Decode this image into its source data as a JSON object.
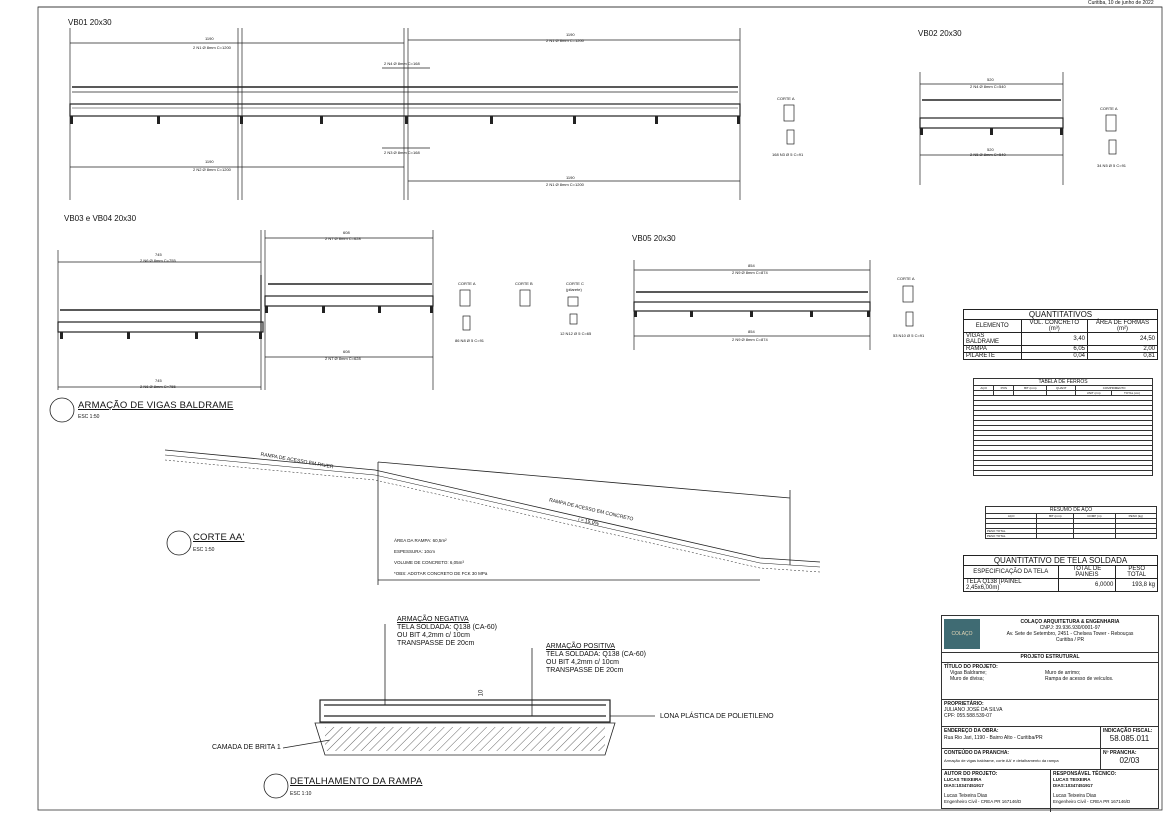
{
  "header": {
    "date": "Curitiba, 10 de junho de 2022"
  },
  "beams": {
    "vb01": {
      "title": "VB01 20x30",
      "top_left": {
        "dim": "1190",
        "bar": "2 N1 Ø 8mm C=1200"
      },
      "top_right": {
        "dim": "1190",
        "bar": "2 N1 Ø 8mm C=1200"
      },
      "neg_top": "2 N4 Ø 8mm C=168",
      "neg_bottom": "2 N3 Ø 8mm C=168",
      "bot_left": {
        "dim": "1190",
        "bar": "2 N2 Ø 8mm C=1200"
      },
      "bot_right": {
        "dim": "1190",
        "bar": "2 N1 Ø 8mm C=1200"
      },
      "stirrup_note": "168 N3 Ø 5 C=91",
      "corte": "CORTE A"
    },
    "vb02": {
      "title": "VB02 20x30",
      "top": {
        "dim": "520",
        "bar": "2 N4 Ø 8mm C=540"
      },
      "bot": {
        "dim": "520",
        "bar": "2 N5 Ø 8mm C=540"
      },
      "stirrup_note": "34 N5 Ø 5 C=91",
      "corte": "CORTE A"
    },
    "vb03": {
      "title": "VB03 e VB04 20x30",
      "top_left": {
        "dim": "745",
        "bar": "2 N6 Ø 8mm C=755"
      },
      "top_right": {
        "dim": "608",
        "bar": "2 N7 Ø 8mm C=628"
      },
      "bot_left": {
        "dim": "745",
        "bar": "2 N6 Ø 8mm C=755"
      },
      "bot_right": {
        "dim": "608",
        "bar": "2 N7 Ø 8mm C=628"
      },
      "stirrup_note": "86 N8 Ø 5 C=91",
      "stirrup_note2": "12 N12 Ø 5 C=65",
      "corte_a": "CORTE A",
      "corte_b": "CORTE B",
      "corte_c": "CORTE C",
      "corte_c_sub": "(pilarete)"
    },
    "vb05": {
      "title": "VB05 20x30",
      "top": {
        "dim": "854",
        "bar": "2 N9 Ø 8mm C=874"
      },
      "bot": {
        "dim": "854",
        "bar": "2 N9 Ø 8mm C=874"
      },
      "stirrup_note": "53 N10 Ø 5 C=91",
      "corte": "CORTE A"
    }
  },
  "sections": {
    "armacao": {
      "title": "ARMAÇÃO DE VIGAS BALDRAME",
      "scale": "ESC 1:50"
    },
    "corte": {
      "title": "CORTE AA'",
      "scale": "ESC 1:50"
    },
    "detalhamento": {
      "title": "DETALHAMENTO DA RAMPA",
      "scale": "ESC 1:10"
    }
  },
  "ramp": {
    "upper_label": "RAMPA DE ACESSO EM PAVER",
    "mid_label": "RAMPA DE ACESSO EM CONCRETO",
    "slope": "i = 15,0%",
    "notes": [
      "ÁREA DA RAMPA: 60,5m²",
      "ESPESSURA: 10cm",
      "VOLUME DE CONCRETO: 6,05m³",
      "*OBS: ADOTAR CONCRETO DE FCK 30 MPa"
    ]
  },
  "detail": {
    "negativa": {
      "title": "ARMAÇÃO NEGATIVA",
      "lines": [
        "TELA SOLDADA: Q138 (CA-60)",
        "OU BIT 4,2mm c/ 10cm",
        "TRANSPASSE DE 20cm"
      ]
    },
    "positiva": {
      "title": "ARMAÇÃO POSITIVA",
      "lines": [
        "TELA SOLDADA: Q138 (CA-60)",
        "OU BIT 4,2mm c/ 10cm",
        "TRANSPASSE DE 20cm"
      ]
    },
    "lona": "LONA PLÁSTICA DE POLIETILENO",
    "brita": "CAMADA DE BRITA 1",
    "thickness": "10"
  },
  "quantitativos": {
    "title": "QUANTITATIVOS",
    "headers": [
      "ELEMENTO",
      "VOL. CONCRETO (m³)",
      "ÁREA DE FORMAS (m²)"
    ],
    "rows": [
      [
        "VIGAS BALDRAME",
        "3,40",
        "24,50"
      ],
      [
        "RAMPA",
        "6,05",
        "2,00"
      ],
      [
        "PILARETE",
        "0,04",
        "0,81"
      ]
    ]
  },
  "ferros": {
    "title": "TABELA DE FERROS",
    "headers": [
      "AÇO",
      "POS",
      "BIT (mm)",
      "QUANT",
      "UNIT (cm)",
      "TOTAL (cm)"
    ],
    "comprimento": "COMPRIMENTO"
  },
  "resumo": {
    "title": "RESUMO DE AÇO",
    "headers": [
      "AÇO",
      "BIT (mm)",
      "COMP (m)",
      "PESO (kg)"
    ],
    "rows": [
      [
        "PESO TOTAL",
        "",
        "",
        ""
      ],
      [
        "PESO TOTAL",
        "",
        "",
        ""
      ]
    ]
  },
  "tela": {
    "title": "QUANTITATIVO DE TELA SOLDADA",
    "headers": [
      "ESPECIFICAÇÃO DA TELA",
      "TOTAL DE PAINEIS",
      "PESO TOTAL"
    ],
    "rows": [
      [
        "TELA Q138 (PAINEL 2,45x6,00m)",
        "6,0000",
        "193,8 kg"
      ]
    ]
  },
  "titleblock": {
    "company": "COLAÇO ARQUITETURA & ENGENHARIA",
    "cnpj": "CNPJ: 39.936.930/0001-97",
    "address": "Av. Sete de Setembro, 2451 - Chelsea Tower - Rebouças",
    "city": "Curitiba / PR",
    "logo_text": "COLAÇO",
    "project_type": "PROJETO ESTRUTURAL",
    "titulo_label": "TÍTULO DO PROJETO:",
    "titulo_lines_left": [
      "Vigas Baldrame;",
      "Muro de divisa;"
    ],
    "titulo_lines_right": [
      "Muro de arrimo;",
      "Rampa de acesso de veículos."
    ],
    "proprietario_label": "PROPRIETÁRIO:",
    "proprietario": "JULIANO JOSÉ DA SILVA",
    "proprietario_cpf": "CPF: 055.588.539-07",
    "endereco_label": "ENDEREÇO DA OBRA:",
    "endereco": "Rua Rio Jari, 1190 - Bairro Alto - Curitiba/PR",
    "indicacao_label": "INDICAÇÃO FISCAL:",
    "indicacao": "58.085.011",
    "conteudo_label": "CONTEÚDO DA PRANCHA:",
    "conteudo": "Armação de vigas baldrame, corte AA' e detalhamento da rampa",
    "prancha_label": "Nº PRANCHA:",
    "prancha": "02/03",
    "autor_label": "AUTOR DO PROJETO:",
    "autor_name": "LUCAS TEIXEIRA DIAS:10347451917",
    "autor_sign": "Lucas Teixeira Dias",
    "autor_crea": "Engenheiro Civil - CREA PR 167146/D",
    "resp_label": "RESPONSÁVEL TÉCNICO:",
    "resp_name": "LUCAS TEIXEIRA DIAS:10347451917",
    "resp_sign": "Lucas Teixeira Dias",
    "resp_crea": "Engenheiro Civil - CREA PR 167146/D"
  }
}
